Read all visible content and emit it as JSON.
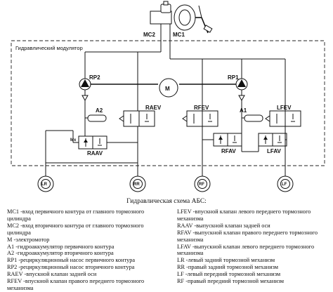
{
  "diagram": {
    "module_title": "Гидравлический модулятор",
    "labels": {
      "mc2": "MC2",
      "mc1": "MC1",
      "rp2": "RP2",
      "rp1": "RP1",
      "motor": "M",
      "a2": "A2",
      "a1": "A1",
      "raev": "RAEV",
      "raav": "RAAV",
      "rfev": "RFEV",
      "rfav": "RFAV",
      "lfev": "LFEV",
      "lfav": "LFAV",
      "lr": "LR",
      "rr": "RR",
      "rf": "RF",
      "lf": "LF"
    }
  },
  "caption": "Гидравлическая схема АБС:",
  "legend_left": [
    "MC1 -вход первичного контура от главного тормозного цилиндра",
    "MC2 -вход вторичного контура от главного тормозного цилиндра",
    "M -электромотор",
    "A1 -гидроаккумулятор первичного контура",
    "A2 -гидроаккумулятор вторичного контура",
    "RP1 -рециркуляционный насос первичного контура",
    "RP2 -рециркуляционный насос вторичного контура",
    "RAEV -впускной клапан задней оси",
    "RFEV -впускной клапан правого переднего тормозного механизма"
  ],
  "legend_right": [
    "LFEV -впускной клапан левого переднего тормозного механизма",
    "RAAV -выпускной клапан задней оси",
    "RFAV -выпускной клапан правого переднего тормозного механизма",
    "LFAV -выпускной клапан левого переднего тормозного механизма",
    "LR -левый задний тормозной механизм",
    "RR -правый задний тормозной механизм",
    "LF -левый передний тормозной механизм",
    "RF -правый передний тормозной механизм"
  ]
}
